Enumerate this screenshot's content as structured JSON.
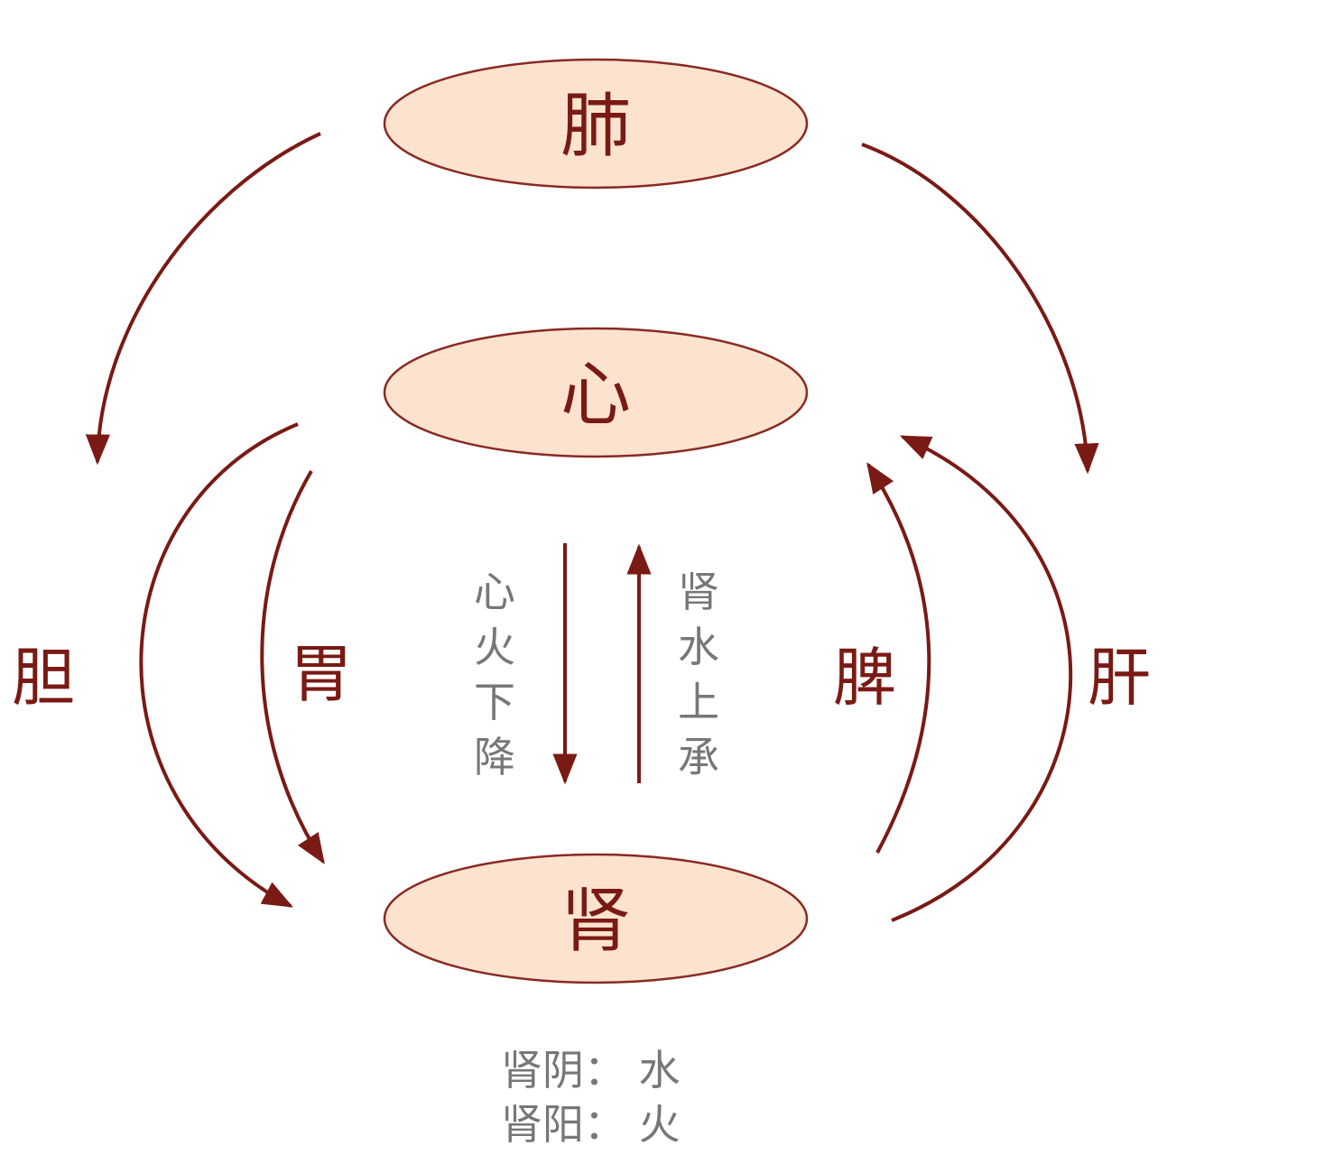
{
  "organs": {
    "top": "肺",
    "middle": "心",
    "bottom": "肾"
  },
  "side_labels": {
    "far_left": "胆",
    "left": "胃",
    "right": "脾",
    "far_right": "肝"
  },
  "vertical_text": {
    "down": [
      "心",
      "火",
      "下",
      "降"
    ],
    "up": [
      "肾",
      "水",
      "上",
      "承"
    ]
  },
  "notes": {
    "kidney_yin": "肾阴：  水",
    "kidney_yang": "肾阳：  火"
  },
  "colors": {
    "arrow": "#7a1a14",
    "ellipse_fill": "#fbe3cf",
    "ellipse_stroke": "#8a2a22",
    "secondary_text": "#777777"
  }
}
